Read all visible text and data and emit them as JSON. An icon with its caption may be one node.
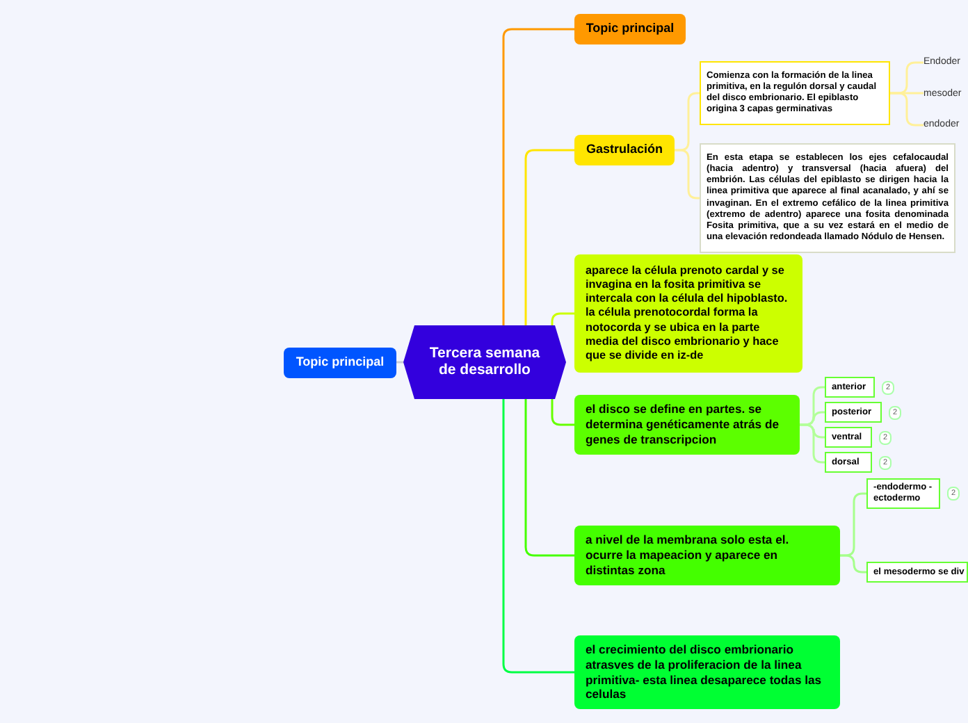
{
  "diagram": {
    "nodes": [
      {
        "text": [
          "Tercera semana de desarrollo"
        ]
      },
      {
        "text": [
          "Topic principal"
        ]
      },
      {
        "text": [
          "Topic principal"
        ]
      },
      {
        "text": [
          "Gastrulación"
        ]
      },
      {
        "text": [
          "Comienza con la formación de la linea primitiva, en la regulón dorsal y caudal del disco embrionario. El epiblasto origina 3 capas germinativas"
        ]
      },
      {
        "text": [
          "En esta etapa se establecen los ejes cefalocaudal (hacia adentro) y transversal (hacia afuera) del embrión. Las células del epiblasto se dirigen hacia la linea primitiva que aparece al final acanalado, y ahí se invaginan. En el extremo cefálico de la linea primitiva (extremo de adentro) aparece una fosita denominada Fosita primitiva, que a su vez estará en el medio de una elevación redondeada llamado Nódulo de Hensen."
        ]
      },
      {
        "text": [
          "Endoder"
        ]
      },
      {
        "text": [
          "mesoder"
        ]
      },
      {
        "text": [
          "endoder"
        ]
      },
      {
        "text": [
          "aparece la célula prenoto cardal y se invagina en la fosita primitiva se intercala con la célula del hipoblasto. la célula prenotocordal forma la notocorda y se ubica en la parte media del disco embrionario y hace que se divide en iz-de"
        ]
      },
      {
        "text": [
          "el disco se define en partes. se determina genéticamente atrás de genes de transcripcion"
        ]
      },
      {
        "text": [
          "anterior"
        ],
        "beside": [
          "2"
        ]
      },
      {
        "text": [
          "posterior"
        ],
        "beside": [
          "2"
        ]
      },
      {
        "text": [
          "ventral"
        ],
        "beside": [
          "2"
        ]
      },
      {
        "text": [
          "dorsal"
        ],
        "beside": [
          "2"
        ]
      },
      {
        "text": [
          "a nivel de la membrana solo esta el. ocurre la mapeacion y aparece en distintas zona"
        ]
      },
      {
        "text": [
          "-endodermo -ectodermo"
        ],
        "beside": [
          "2"
        ]
      },
      {
        "text": [
          "el mesodermo se div"
        ]
      },
      {
        "text": [
          "el crecimiento del disco embrionario atrasves de la proliferacion de la linea primitiva- esta linea desaparece todas las celulas"
        ]
      }
    ],
    "edges": [
      {
        "from": 0,
        "to": 1,
        "arrow": "none",
        "color": "#c8ccd8"
      },
      {
        "from": 0,
        "to": 2,
        "arrow": "none",
        "color": "#ff9900"
      },
      {
        "from": 0,
        "to": 3,
        "arrow": "none",
        "color": "#ffe500"
      },
      {
        "from": 3,
        "to": 4,
        "arrow": "none",
        "color": "#fff099"
      },
      {
        "from": 3,
        "to": 5,
        "arrow": "none",
        "color": "#fff099"
      },
      {
        "from": 4,
        "to": 6,
        "arrow": "none",
        "color": "#fff099"
      },
      {
        "from": 4,
        "to": 7,
        "arrow": "none",
        "color": "#fff099"
      },
      {
        "from": 4,
        "to": 8,
        "arrow": "none",
        "color": "#fff099"
      },
      {
        "from": 0,
        "to": 9,
        "arrow": "none",
        "color": "#ccff00"
      },
      {
        "from": 0,
        "to": 10,
        "arrow": "none",
        "color": "#66ff00"
      },
      {
        "from": 10,
        "to": 11,
        "arrow": "none",
        "color": "#b3ff99"
      },
      {
        "from": 10,
        "to": 12,
        "arrow": "none",
        "color": "#b3ff99"
      },
      {
        "from": 10,
        "to": 13,
        "arrow": "none",
        "color": "#b3ff99"
      },
      {
        "from": 10,
        "to": 14,
        "arrow": "none",
        "color": "#b3ff99"
      },
      {
        "from": 0,
        "to": 15,
        "arrow": "none",
        "color": "#44ff00"
      },
      {
        "from": 15,
        "to": 16,
        "arrow": "none",
        "color": "#a6ff8c"
      },
      {
        "from": 15,
        "to": 17,
        "arrow": "none",
        "color": "#a6ff8c"
      },
      {
        "from": 0,
        "to": 18,
        "arrow": "none",
        "color": "#00ff44"
      }
    ]
  }
}
